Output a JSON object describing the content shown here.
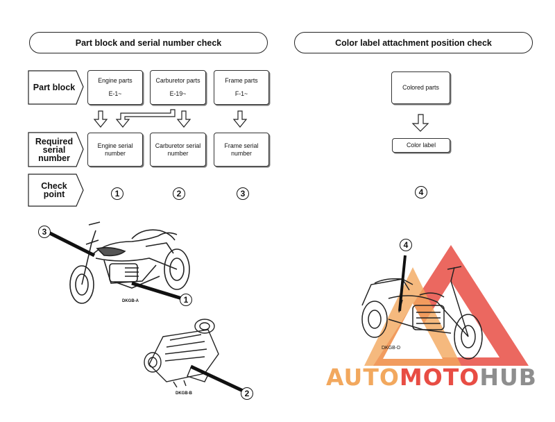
{
  "left": {
    "header": "Part block and serial number check",
    "row_labels": {
      "part_block": "Part block",
      "required_serial": [
        "Required",
        "serial",
        "number"
      ],
      "check_point": [
        "Check",
        "point"
      ]
    },
    "part_blocks": [
      {
        "title": "Engine parts",
        "code": "E-1~"
      },
      {
        "title": "Carburetor parts",
        "code": "E-19~"
      },
      {
        "title": "Frame parts",
        "code": "F-1~"
      }
    ],
    "serial_boxes": [
      {
        "line1": "Engine serial",
        "line2": "number"
      },
      {
        "line1": "Carburetor serial",
        "line2": "number"
      },
      {
        "line1": "Frame serial",
        "line2": "number"
      }
    ],
    "check_points": [
      "1",
      "2",
      "3"
    ]
  },
  "right": {
    "header": "Color label attachment position check",
    "colored_parts": "Colored parts",
    "color_label": "Color label",
    "check_point": "4"
  },
  "illustrations": {
    "motorcycle_a_caption": "DKGB-A",
    "engine_caption": "DKGB-B",
    "motorcycle_d_caption": "DKGB-D",
    "callout_frame": "3",
    "callout_engine": "1",
    "callout_carburetor": "2",
    "callout_color_label": "4"
  },
  "watermark": {
    "part1": "AUTO",
    "part2": "MOTO",
    "part3": "HUB"
  },
  "colors": {
    "watermark_orange": "#f2a85e",
    "watermark_red": "#e84d44",
    "watermark_gray": "#8e8e8e"
  }
}
